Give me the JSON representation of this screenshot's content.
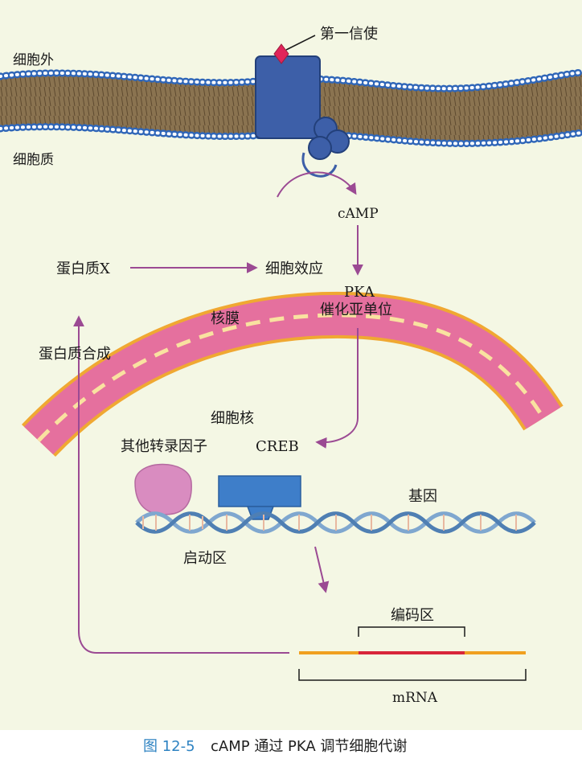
{
  "labels": {
    "first_messenger": "第一信使",
    "extracellular": "细胞外",
    "cytoplasm": "细胞质",
    "camp": "cAMP",
    "protein_x": "蛋白质X",
    "cell_effect": "细胞效应",
    "pka_line1": "PKA",
    "pka_line2": "催化亚单位",
    "nuclear_membrane": "核膜",
    "protein_synthesis": "蛋白质合成",
    "nucleus": "细胞核",
    "other_tf": "其他转录因子",
    "creb": "CREB",
    "gene": "基因",
    "promoter": "启动区",
    "coding_region": "编码区",
    "mrna": "mRNA"
  },
  "caption": {
    "figure_number": "图 12-5",
    "title": "cAMP 通过 PKA 调节细胞代谢"
  },
  "colors": {
    "background": "#f4f7e4",
    "membrane_head": "#2f66b8",
    "membrane_tail": "#8a7350",
    "receptor": "#3d5fa8",
    "messenger": "#e0245a",
    "arrow": "#9b4a93",
    "nuclear_envelope": "#e5709e",
    "nuclear_rim": "#f0a832",
    "creb_block": "#3e7ec9",
    "other_tf_blob": "#d98cc0",
    "dna_strand": "#7fa7cf",
    "mrna_line": "#f0a020",
    "coding_segment": "#d8263a",
    "caption_color": "#2e83c2"
  }
}
